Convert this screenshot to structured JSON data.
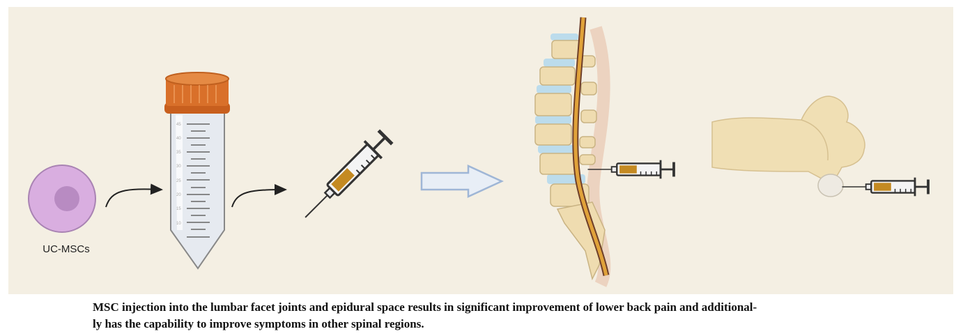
{
  "diagram": {
    "cell_label": "UC-MSCs",
    "tube_marks": [
      "45",
      "40",
      "35",
      "30",
      "25",
      "20",
      "15",
      "10"
    ],
    "colors": {
      "background": "#f4efe3",
      "cell": "#d9aee0",
      "nucleus": "#b88bc2",
      "cap": "#d9702a",
      "syringe_fill": "#c48a22",
      "disc": "#bcdcec",
      "bone": "#f0dfb4",
      "nerve": "#e0a23a"
    }
  },
  "caption": {
    "line1": "MSC injection into the lumbar facet joints and epidural space results in significant improvement of lower back pain and additional-",
    "line2": "ly has the capability to improve symptoms in other spinal regions."
  }
}
